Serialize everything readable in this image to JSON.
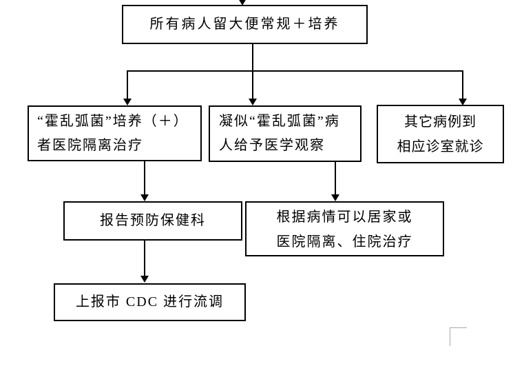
{
  "colors": {
    "line": "#000000",
    "box_border": "#000000",
    "background": "#ffffff",
    "corner_bracket": "#a8a8a8"
  },
  "flowchart": {
    "nodes": {
      "stool_test": {
        "text": "所有病人留大便常规＋培养"
      },
      "cholera_positive": {
        "lines": [
          "“霍乱弧菌”培养（＋）",
          "者医院隔离治疗"
        ]
      },
      "suspected": {
        "lines": [
          "凝似“霍乱弧菌”病",
          "人给予医学观察"
        ]
      },
      "other_cases": {
        "lines": [
          "其它病例到",
          "相应诊室就诊"
        ]
      },
      "report_dept": {
        "text": "报告预防保健科"
      },
      "observation_treatment": {
        "lines": [
          "根据病情可以居家或",
          "医院隔离、住院治疗"
        ]
      },
      "cdc_report": {
        "text": "上报市 CDC 进行流调"
      }
    },
    "edges": [
      {
        "from": "stool_test",
        "to": "cholera_positive"
      },
      {
        "from": "stool_test",
        "to": "suspected"
      },
      {
        "from": "stool_test",
        "to": "other_cases"
      },
      {
        "from": "cholera_positive",
        "to": "report_dept"
      },
      {
        "from": "suspected",
        "to": "observation_treatment"
      },
      {
        "from": "report_dept",
        "to": "cdc_report"
      }
    ]
  }
}
